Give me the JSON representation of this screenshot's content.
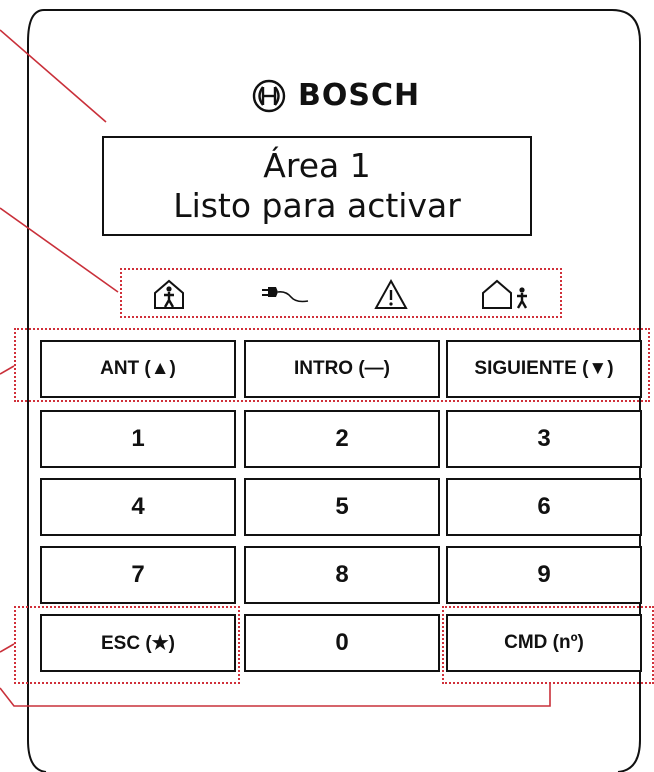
{
  "brand": {
    "name": "BOSCH",
    "logo_icon": "bosch-armature-icon"
  },
  "display": {
    "line1": "Área 1",
    "line2": "Listo para activar"
  },
  "status_icons": [
    {
      "name": "armed-home-icon"
    },
    {
      "name": "ac-power-plug-icon"
    },
    {
      "name": "trouble-warning-icon"
    },
    {
      "name": "perimeter-away-icon"
    }
  ],
  "keys": {
    "prev": "ANT (▲)",
    "enter": "INTRO (—)",
    "next": "SIGUIENTE (▼)",
    "k1": "1",
    "k2": "2",
    "k3": "3",
    "k4": "4",
    "k5": "5",
    "k6": "6",
    "k7": "7",
    "k8": "8",
    "k9": "9",
    "esc": "ESC (★)",
    "k0": "0",
    "cmd": "CMD (nº)"
  },
  "colors": {
    "callout": "#c9303a",
    "outline": "#111111"
  }
}
